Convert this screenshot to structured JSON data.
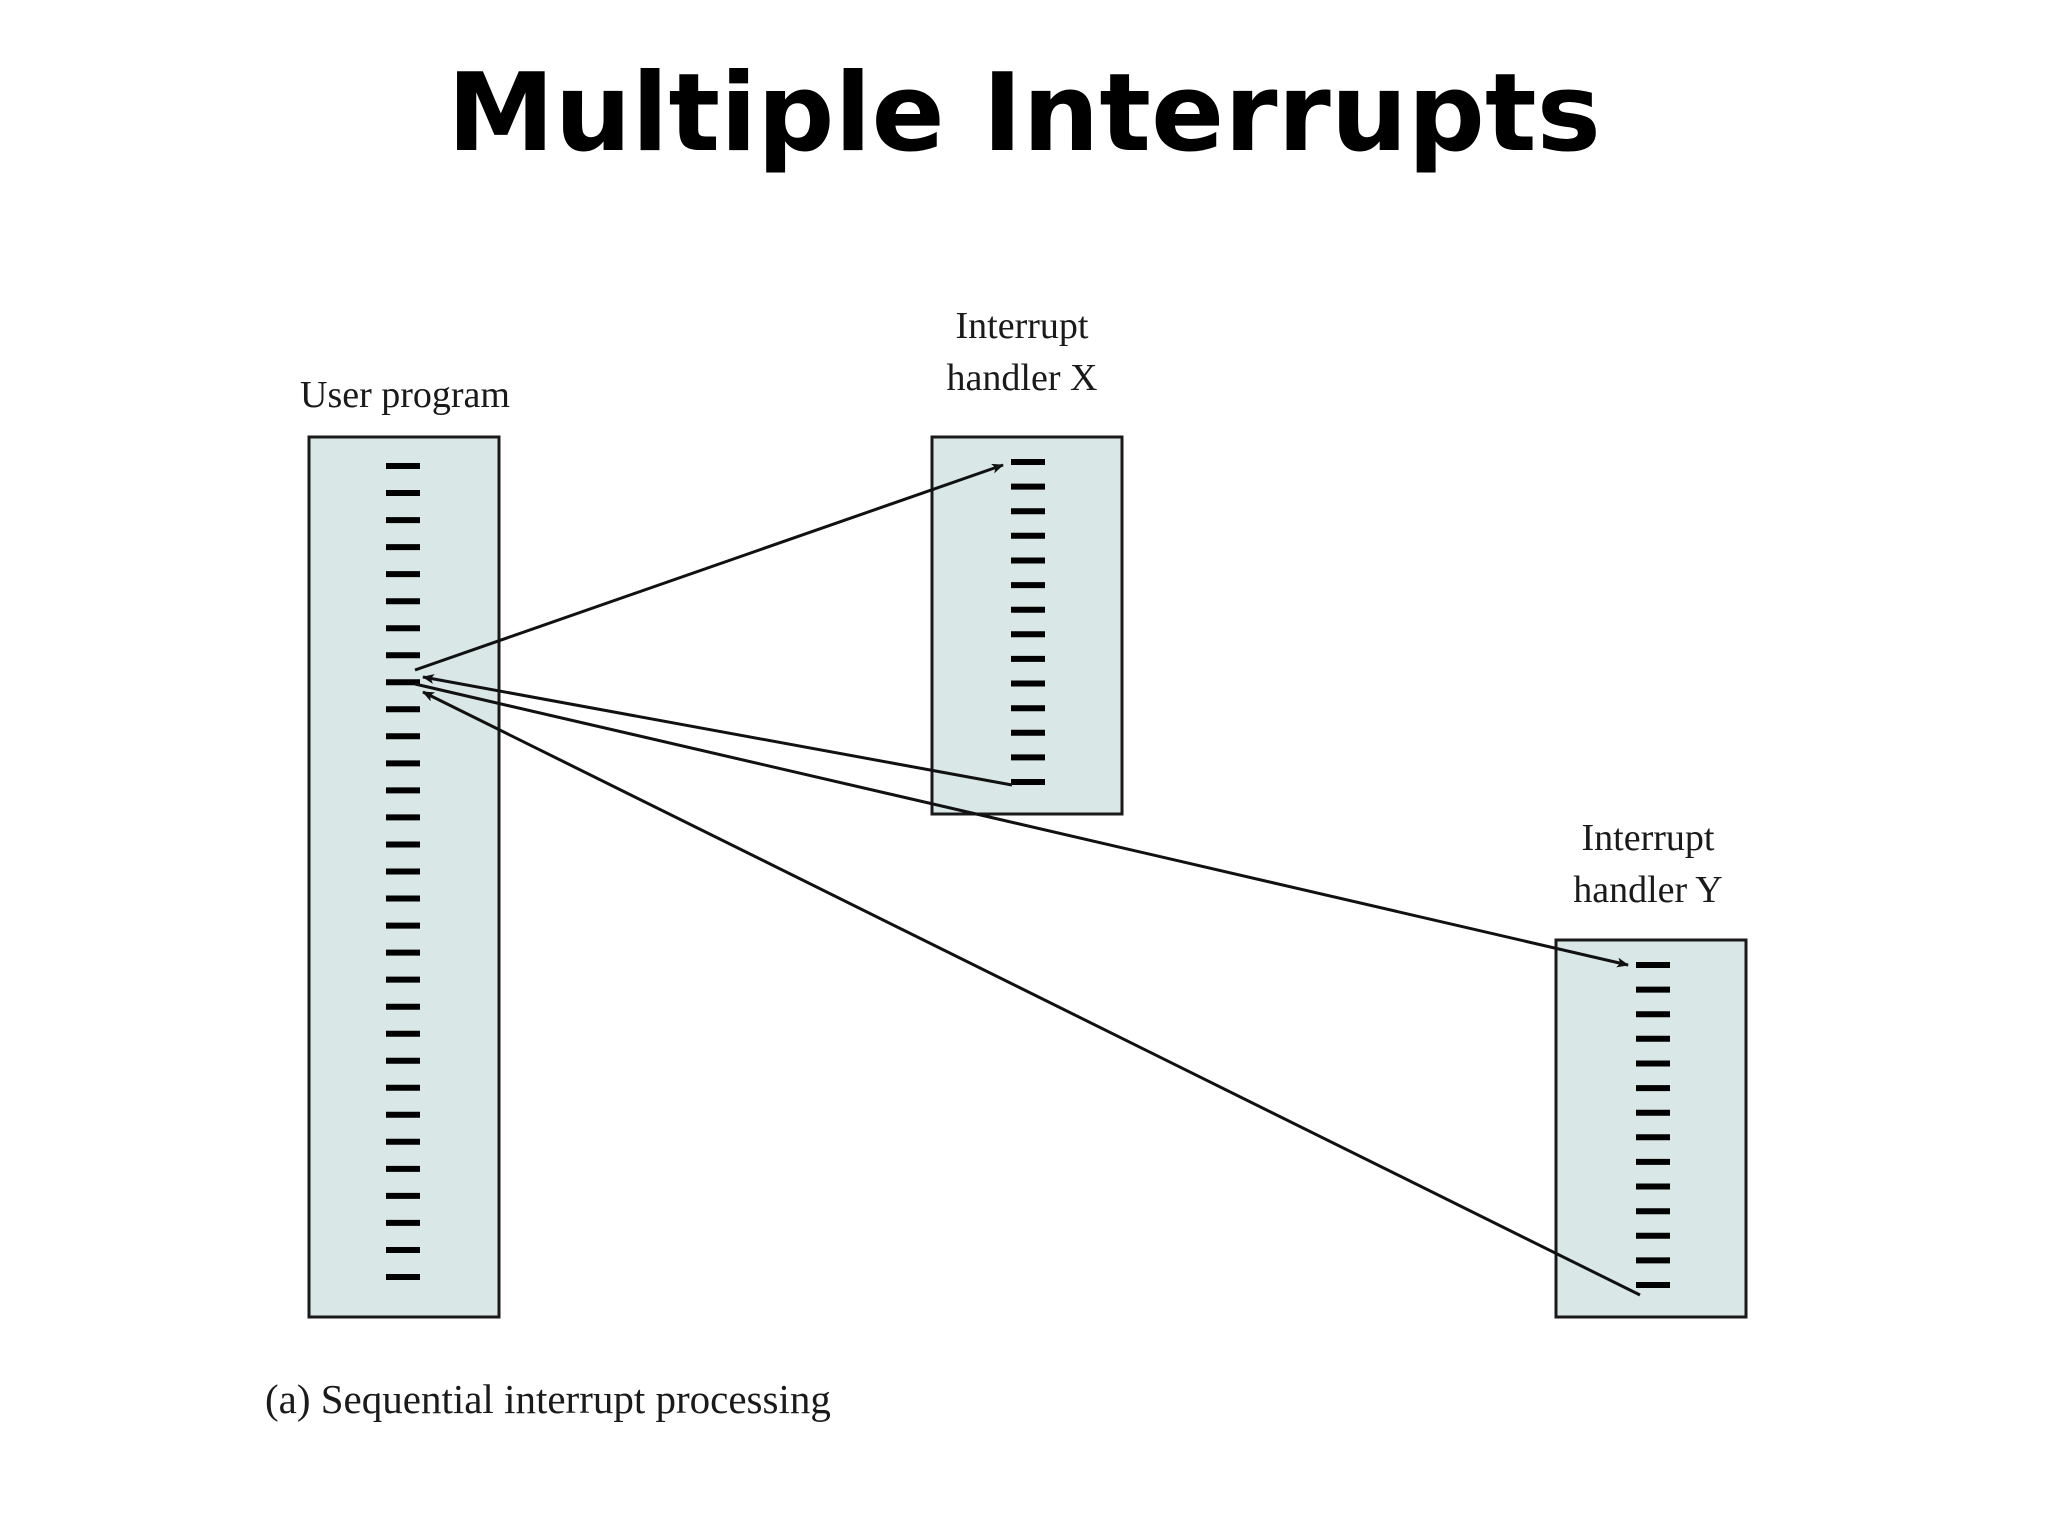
{
  "slide": {
    "title": "Multiple Interrupts"
  },
  "diagram": {
    "user_program_label": "User program",
    "handler_x_label_line1": "Interrupt",
    "handler_x_label_line2": "handler X",
    "handler_y_label_line1": "Interrupt",
    "handler_y_label_line2": "handler Y",
    "caption": "(a) Sequential interrupt processing",
    "colors": {
      "box_fill": "#d9e8e6",
      "box_stroke": "#1a1a1a",
      "instruction": "#000000",
      "arrow": "#111111"
    }
  }
}
